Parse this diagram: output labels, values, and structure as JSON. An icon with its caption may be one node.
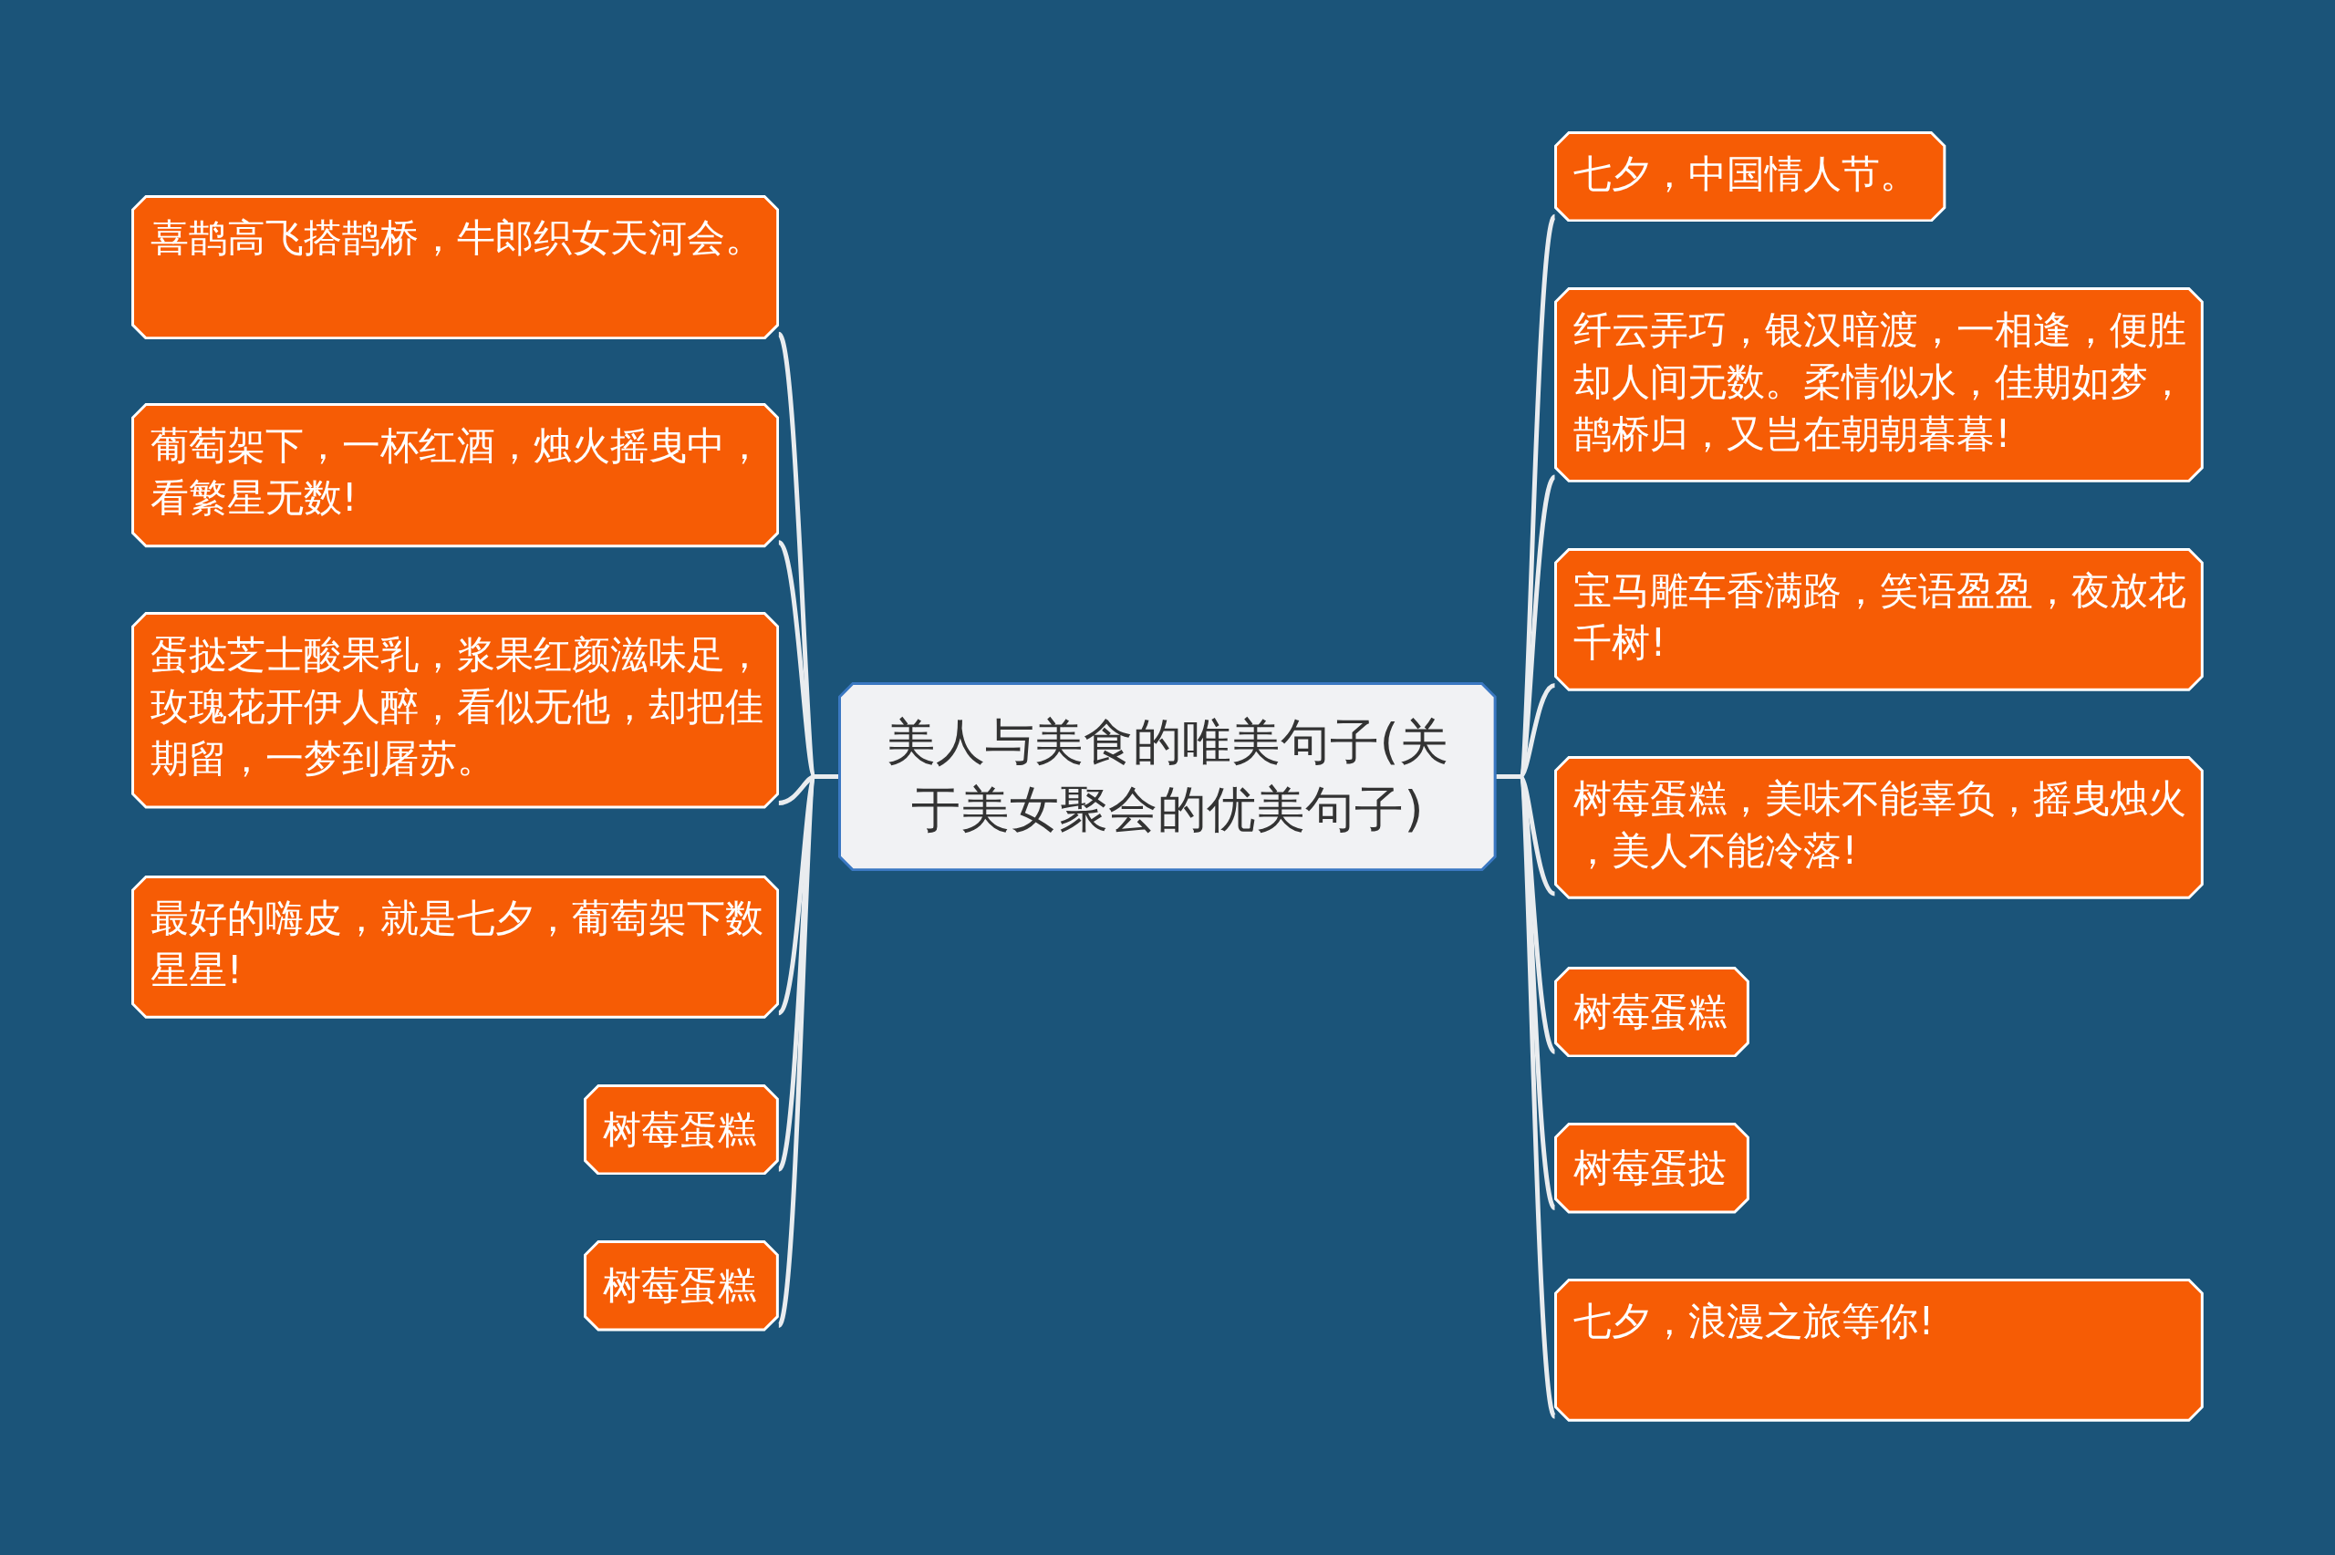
{
  "diagram": {
    "nodes": [
      {
        "text": [
          "美人与美食的唯美句子(关于美女聚会的优美句子)"
        ]
      },
      {
        "text": [
          "喜鹊高飞搭鹊桥，牛郎织女天河会。"
        ]
      },
      {
        "text": [
          "葡萄架下，一杯红酒，烛火摇曳中，看繁星无数!"
        ]
      },
      {
        "text": [
          "蛋挞芝士酸果乳，浆果红颜滋味足，玫瑰花开伊人醉，看似无他，却把佳期留，一梦到屠苏。"
        ]
      },
      {
        "text": [
          "最好的嗨皮，就是七夕，葡萄架下数星星!"
        ]
      },
      {
        "text": [
          "树莓蛋糕"
        ]
      },
      {
        "text": [
          "树莓蛋糕"
        ]
      },
      {
        "text": [
          "七夕，中国情人节。"
        ]
      },
      {
        "text": [
          "纤云弄巧，银汉暗渡，一相逢，便胜却人间无数。柔情似水，佳期如梦，鹊桥归，又岂在朝朝暮暮!"
        ]
      },
      {
        "text": [
          "宝马雕车香满路，笑语盈盈，夜放花千树!"
        ]
      },
      {
        "text": [
          "树莓蛋糕，美味不能辜负，摇曳烛火，美人不能冷落!"
        ]
      },
      {
        "text": [
          "树莓蛋糕"
        ]
      },
      {
        "text": [
          "树莓蛋挞"
        ]
      },
      {
        "text": [
          "七夕，浪漫之旅等你!"
        ]
      }
    ],
    "edges": [
      {
        "from": 0,
        "to": 1,
        "arrow": "none"
      },
      {
        "from": 0,
        "to": 2,
        "arrow": "none"
      },
      {
        "from": 0,
        "to": 3,
        "arrow": "none"
      },
      {
        "from": 0,
        "to": 4,
        "arrow": "none"
      },
      {
        "from": 0,
        "to": 5,
        "arrow": "none"
      },
      {
        "from": 0,
        "to": 6,
        "arrow": "none"
      },
      {
        "from": 0,
        "to": 7,
        "arrow": "none"
      },
      {
        "from": 0,
        "to": 8,
        "arrow": "none"
      },
      {
        "from": 0,
        "to": 9,
        "arrow": "none"
      },
      {
        "from": 0,
        "to": 10,
        "arrow": "none"
      },
      {
        "from": 0,
        "to": 11,
        "arrow": "none"
      },
      {
        "from": 0,
        "to": 12,
        "arrow": "none"
      },
      {
        "from": 0,
        "to": 13,
        "arrow": "none"
      }
    ]
  }
}
